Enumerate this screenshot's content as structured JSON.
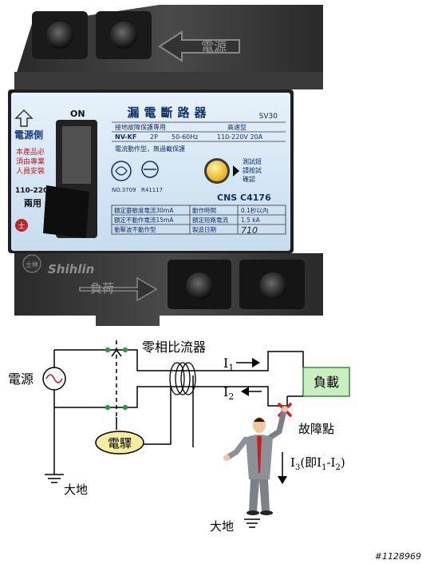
{
  "breaker": {
    "top_label": "電源",
    "bottom_label": "負荷",
    "on_label": "ON",
    "source_side": "電源側",
    "notice": [
      "本產品必",
      "須由專業",
      "人員安裝"
    ],
    "voltage": "110-220V",
    "dual_use": "兩用",
    "title": "漏電斷路器",
    "series": "SV30",
    "purpose": "接地故障保護專用",
    "speed": "高速型",
    "model": "NV-KF",
    "poles": "2P",
    "freq": "50-60Hz",
    "rating": "110-220V 20A",
    "action_type": "電流動作型，無過載保護",
    "test_text": [
      "測試鈕",
      "請按試",
      "確認"
    ],
    "cert1": "NO.3709",
    "cert2": "R41117",
    "cns": "CNS C4176",
    "spec_rows": [
      [
        "額定靈敏度電流30mA",
        "動作時間",
        "0.1秒以內"
      ],
      [
        "額定不動作電流15mA",
        "額定短路電流",
        "1.5 kA"
      ],
      [
        "衝擊波不動作型",
        "製造日期",
        "710"
      ]
    ],
    "brand": "Shihlin",
    "brand_logo": "士",
    "brand_logo_side": "士林"
  },
  "diagram": {
    "power": "電源",
    "zct": "零相比流器",
    "load": "負載",
    "relay": "電驛",
    "fault": "故障點",
    "ground1": "大地",
    "ground2": "大地",
    "i1": "I",
    "i1_sub": "1",
    "i2": "I",
    "i2_sub": "2",
    "i3_parts": [
      "I",
      "3",
      "(即I",
      "1",
      "-I",
      "2",
      ")"
    ]
  },
  "watermark": "#1128969",
  "colors": {
    "wire": "#000000",
    "load_fill": "#c9eec0",
    "load_stroke": "#3c8a3c",
    "relay_fill": "#f4ee9c",
    "test_button": "#f2c21b",
    "fault_x": "#e01a1a",
    "face_plate": "#d9eaf6"
  }
}
